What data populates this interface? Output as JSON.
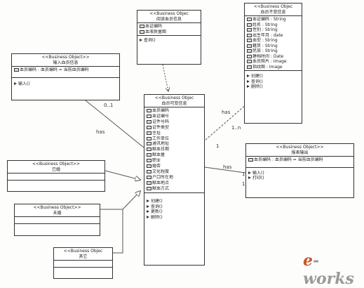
{
  "classes": {
    "query_info": {
      "stereotype": "<<Business Objec",
      "name": "阅读血员信息",
      "attributes": [
        "血证编码",
        "血液质量图"
      ],
      "operations": [
        "查询()"
      ]
    },
    "donor_basic": {
      "stereotype": "<<Business Objec",
      "name": "血员不变信息",
      "attributes": [
        "血证编码 : String",
        "姓名 : String",
        "性别 : String",
        "出生年月 : date",
        "血型 : String",
        "籍贯 : String",
        "民族 : String",
        "建档时间 : Date",
        "血员照片 : Image",
        "指纹图 : Image"
      ],
      "operations": [
        "创建()",
        "查询()",
        "删除()"
      ]
    },
    "input_info": {
      "stereotype": "<<Business Object>>",
      "name": "输入血员信息",
      "attributes": [
        "血员编码 : 血员编码 = 当前血员编码"
      ],
      "operations": [
        "输入()"
      ]
    },
    "donor_variable": {
      "stereotype": "<<Business Objec",
      "name": "血员可变信息",
      "attributes": [
        "血员编码",
        "血证编号",
        "证件号码",
        "证件类型",
        "住址",
        "工作单位",
        "通讯地址",
        "献血日期",
        "献血量",
        "职业",
        "婚否",
        "文化程度",
        "户口所在地",
        "献血地点",
        "献血方式"
      ],
      "operations": [
        "创建()",
        "查询()",
        "更新()",
        "删除()"
      ]
    },
    "output": {
      "stereotype": "<<Business Object>>",
      "name": "报表输出",
      "attributes": [
        "血员编码 : 血员编码 = 当前血员编码"
      ],
      "operations": [
        "输入()",
        "打印()"
      ]
    },
    "married": {
      "stereotype": "<<Business Object>>",
      "name": "已婚"
    },
    "unmarried": {
      "stereotype": "<<Business Object>>",
      "name": "未婚"
    },
    "other": {
      "stereotype": "<<Business Objec",
      "name": "其它"
    }
  },
  "labels": {
    "has_left": "has",
    "has_top_right": "has",
    "has_right": "has",
    "mult_left": "0..1",
    "mult_top_right": "1..n",
    "mult_center": "1",
    "mult_right_near": "1",
    "mult_right_far": "1"
  },
  "watermark": {
    "prefix": "e",
    "suffix": "works"
  }
}
